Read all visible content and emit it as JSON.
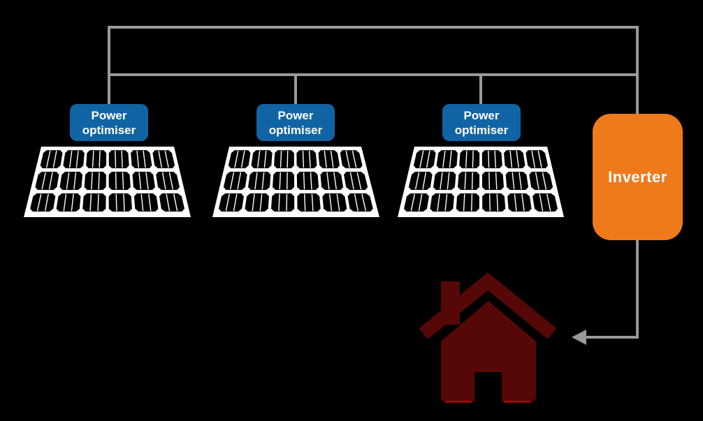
{
  "diagram": {
    "type": "solar-pv-power-optimiser-system",
    "optimisers": [
      {
        "label": "Power optimiser"
      },
      {
        "label": "Power optimiser"
      },
      {
        "label": "Power optimiser"
      }
    ],
    "inverter": {
      "label": "Inverter"
    },
    "panels": {
      "count": 3,
      "rows": 3,
      "columns": 6
    },
    "house": {
      "icon": "house-icon"
    },
    "connections": [
      "optimiser-1 -> top bus -> inverter",
      "optimiser-2 -> lower bus -> inverter",
      "optimiser-3 -> lower bus -> inverter",
      "inverter -> house (arrow)"
    ]
  },
  "colors": {
    "background": "#000000",
    "wire": "#999999",
    "optimiser_fill": "#1164a3",
    "inverter_fill": "#ef7a1c",
    "node_text": "#ffffff",
    "panel_frame": "#ffffff",
    "panel_cell": "#000000",
    "house_fill": "#560808",
    "house_accent": "#d40000"
  }
}
